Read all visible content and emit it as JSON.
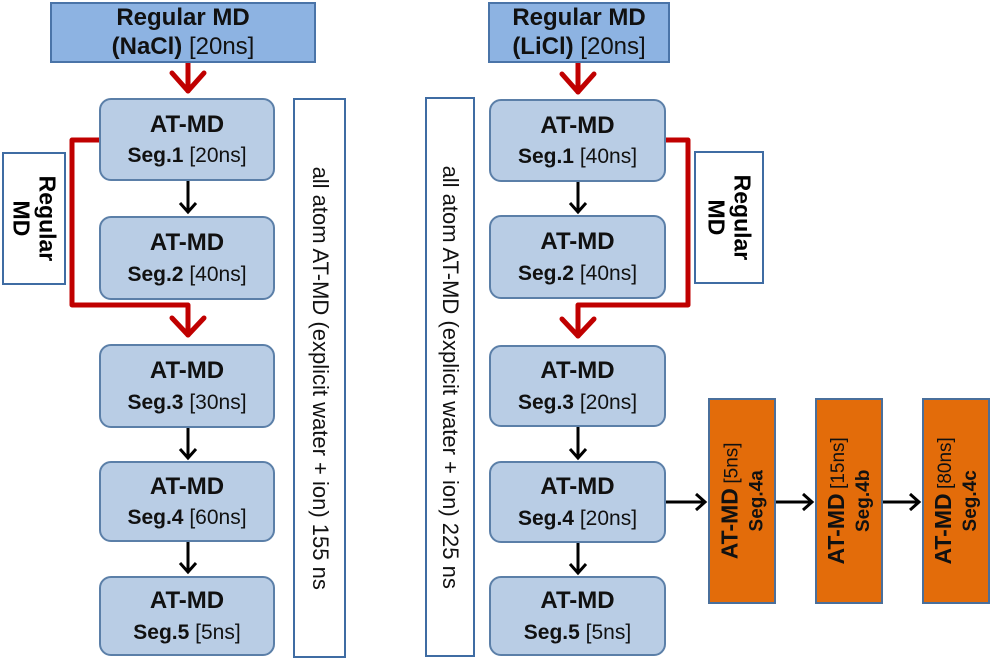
{
  "left": {
    "top": {
      "line1": "Regular MD",
      "ion": "(NaCl)",
      "time": "[20ns]"
    },
    "segments": [
      {
        "title": "AT-MD",
        "seg": "Seg.1",
        "time": "[20ns]"
      },
      {
        "title": "AT-MD",
        "seg": "Seg.2",
        "time": "[40ns]"
      },
      {
        "title": "AT-MD",
        "seg": "Seg.3",
        "time": "[30ns]"
      },
      {
        "title": "AT-MD",
        "seg": "Seg.4",
        "time": "[60ns]"
      },
      {
        "title": "AT-MD",
        "seg": "Seg.5",
        "time": "[5ns]"
      }
    ],
    "side_label": "all atom AT-MD (explicit water + ion) 155 ns",
    "regular_md": {
      "line1": "Regular",
      "line2": "MD"
    }
  },
  "right": {
    "top": {
      "line1": "Regular MD",
      "ion": "(LiCl)",
      "time": "[20ns]"
    },
    "segments": [
      {
        "title": "AT-MD",
        "seg": "Seg.1",
        "time": "[40ns]"
      },
      {
        "title": "AT-MD",
        "seg": "Seg.2",
        "time": "[40ns]"
      },
      {
        "title": "AT-MD",
        "seg": "Seg.3",
        "time": "[20ns]"
      },
      {
        "title": "AT-MD",
        "seg": "Seg.4",
        "time": "[20ns]"
      },
      {
        "title": "AT-MD",
        "seg": "Seg.5",
        "time": "[5ns]"
      }
    ],
    "side_label": "all atom AT-MD (explicit water + ion) 225 ns",
    "regular_md": {
      "line1": "Regular",
      "line2": "MD"
    },
    "branch": [
      {
        "title": "AT-MD",
        "seg": "Seg.4a",
        "time": "[5ns]"
      },
      {
        "title": "AT-MD",
        "seg": "Seg.4b",
        "time": "[15ns]"
      },
      {
        "title": "AT-MD",
        "seg": "Seg.4c",
        "time": "[80ns]"
      }
    ]
  },
  "colors": {
    "top_fill": "#8db3e2",
    "segment_fill": "#b9cde5",
    "branch_fill": "#e36c0a",
    "red_arrow": "#c00000",
    "black_arrow": "#000000"
  }
}
